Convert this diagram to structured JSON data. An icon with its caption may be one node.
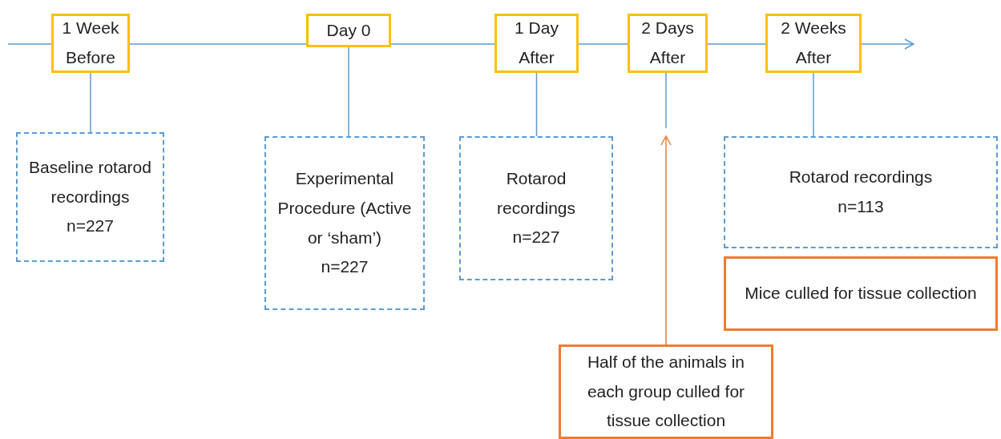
{
  "diagram": {
    "nodes": [
      {
        "text": [
          "1 Week Before"
        ]
      },
      {
        "text": [
          "Day 0"
        ]
      },
      {
        "text": [
          "1 Day After"
        ]
      },
      {
        "text": [
          "2 Days After"
        ]
      },
      {
        "text": [
          "2 Weeks After"
        ]
      },
      {
        "text": [
          "Baseline rotarod recordings",
          "n=227"
        ]
      },
      {
        "text": [
          "Experimental Procedure (Active or ‘sham’)",
          "n=227"
        ]
      },
      {
        "text": [
          "Rotarod recordings",
          "n=227"
        ]
      },
      {
        "text": [
          "Rotarod recordings",
          "n=113"
        ]
      },
      {
        "text": [
          "Mice culled for tissue collection"
        ]
      },
      {
        "text": [
          "Half of the animals in each group culled for tissue collection"
        ]
      }
    ],
    "edges": [
      {
        "from": null,
        "to": 0,
        "arrow": "none"
      },
      {
        "from": 0,
        "to": 1,
        "arrow": "none"
      },
      {
        "from": 1,
        "to": 2,
        "arrow": "none"
      },
      {
        "from": 2,
        "to": 3,
        "arrow": "none"
      },
      {
        "from": 3,
        "to": 4,
        "arrow": "none"
      },
      {
        "from": 4,
        "to": null,
        "arrow": "to"
      },
      {
        "from": 0,
        "to": 5,
        "arrow": "none"
      },
      {
        "from": 1,
        "to": 6,
        "arrow": "none"
      },
      {
        "from": 2,
        "to": 7,
        "arrow": "none"
      },
      {
        "from": 3,
        "to": null,
        "arrow": "none"
      },
      {
        "from": 4,
        "to": 8,
        "arrow": "none"
      },
      {
        "from": 10,
        "to": null,
        "arrow": "to",
        "color": "#ed7d31"
      }
    ]
  }
}
